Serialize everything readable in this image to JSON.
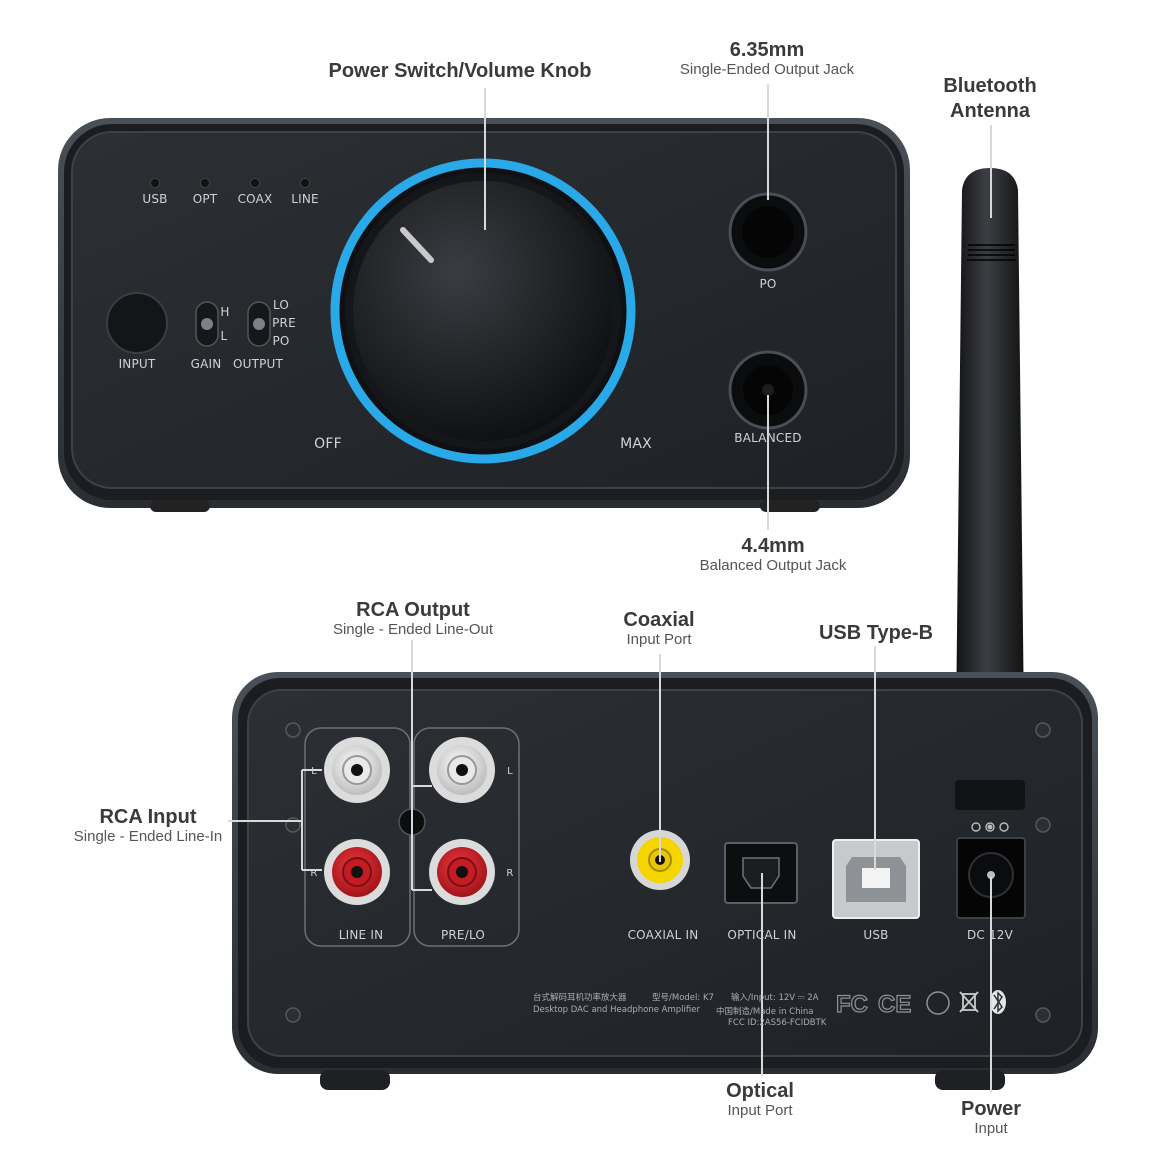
{
  "callouts": {
    "volume": {
      "title": "Power Switch/Volume Knob"
    },
    "jack635": {
      "title": "6.35mm",
      "subtitle": "Single-Ended Output Jack"
    },
    "antenna": {
      "title_line1": "Bluetooth",
      "title_line2": "Antenna"
    },
    "jack44": {
      "title": "4.4mm",
      "subtitle": "Balanced Output Jack"
    },
    "rca_output": {
      "title": "RCA Output",
      "subtitle": "Single - Ended Line-Out"
    },
    "coaxial": {
      "title": "Coaxial",
      "subtitle": "Input Port"
    },
    "usb_b": {
      "title": "USB Type-B"
    },
    "rca_input": {
      "title": "RCA Input",
      "subtitle": "Single - Ended Line-In"
    },
    "optical": {
      "title": "Optical",
      "subtitle": "Input Port"
    },
    "power": {
      "title": "Power",
      "subtitle": "Input"
    }
  },
  "front_panel": {
    "indicators": [
      "USB",
      "OPT",
      "COAX",
      "LINE"
    ],
    "input_button": "INPUT",
    "gain": {
      "label": "GAIN",
      "options": [
        "H",
        "L"
      ]
    },
    "output": {
      "label": "OUTPUT",
      "options": [
        "LO",
        "PRE",
        "PO"
      ]
    },
    "knob_off": "OFF",
    "knob_max": "MAX",
    "po_label": "PO",
    "balanced_label": "BALANCED"
  },
  "rear_panel": {
    "line_in": "LINE IN",
    "pre_lo": "PRE/LO",
    "l": "L",
    "r": "R",
    "coaxial_in": "COAXIAL IN",
    "optical_in": "OPTICAL IN",
    "usb": "USB",
    "dc": "DC 12V",
    "fine_print": {
      "line1a": "台式解码耳机功率放大器",
      "line1b": "型号/Model: K7",
      "line1c": "输入/Input: 12V ⎓ 2A",
      "line2a": "Desktop DAC and Headphone Amplifier",
      "line2b": "中国制造/Made in China",
      "line3": "FCC ID:2AS56-FCIDBTK"
    },
    "cert_marks": [
      "FC",
      "CE"
    ]
  },
  "colors": {
    "device_body": "#2a2e33",
    "bezel": "#3b4047",
    "accent_ring": "#29a9e8",
    "rca_white": "#f2f2f2",
    "rca_red": "#d1202a",
    "coax_yellow": "#f4d500",
    "leader_line": "#d9d9d9"
  }
}
